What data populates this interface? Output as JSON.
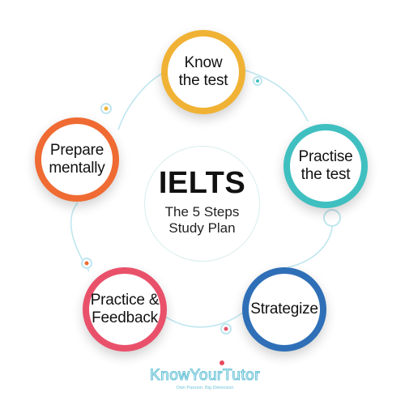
{
  "diagram": {
    "center": {
      "title": "IELTS",
      "subtitle": "The 5 Steps\nStudy Plan"
    },
    "steps": [
      {
        "label": "Know\nthe test",
        "color": "#f0b234"
      },
      {
        "label": "Practise\nthe test",
        "color": "#3fbfc0"
      },
      {
        "label": "Strategize",
        "color": "#2f6fb7"
      },
      {
        "label": "Practice &\nFeedback",
        "color": "#e9516a"
      },
      {
        "label": "Prepare\nmentally",
        "color": "#ef6b33"
      }
    ],
    "connector_color": "#bfe6ef"
  },
  "footer": {
    "logo_text": "KnowYourTutor",
    "tagline": "Own Passion. Big Dimension",
    "logo_color": "#6fc5d9"
  }
}
